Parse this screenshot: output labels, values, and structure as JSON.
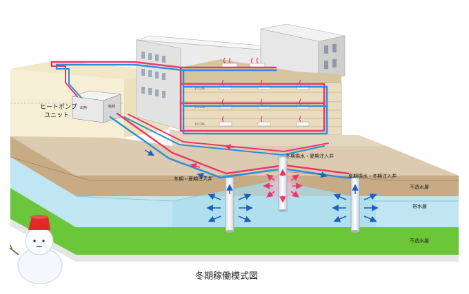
{
  "title": "冬期稼働模式図",
  "heat_pump_label_line1": "ヒートポンプ",
  "heat_pump_label_line2": "ユニット",
  "hp_port_left": "出熱",
  "hp_port_right": "吸熱",
  "wells": {
    "left": "冬期・夏期注入井",
    "center": "冬期揚水・夏期注入井",
    "right": "夏期揚水・冬期注入井"
  },
  "layers": {
    "top": "不透水層",
    "middle": "帯水層",
    "bottom": "不透水層"
  },
  "fan_coil_label": "ﾌｧﾝｺｲﾙ",
  "colors": {
    "hot_pipe": "#e8386b",
    "cold_pipe": "#2a8fd8",
    "aquifer": "#bfe6f2",
    "ground": "#c8b08a",
    "impermeable_bottom": "#6cc63a",
    "building": "#e8e4da",
    "snowman_hat": "#e02a2a"
  }
}
